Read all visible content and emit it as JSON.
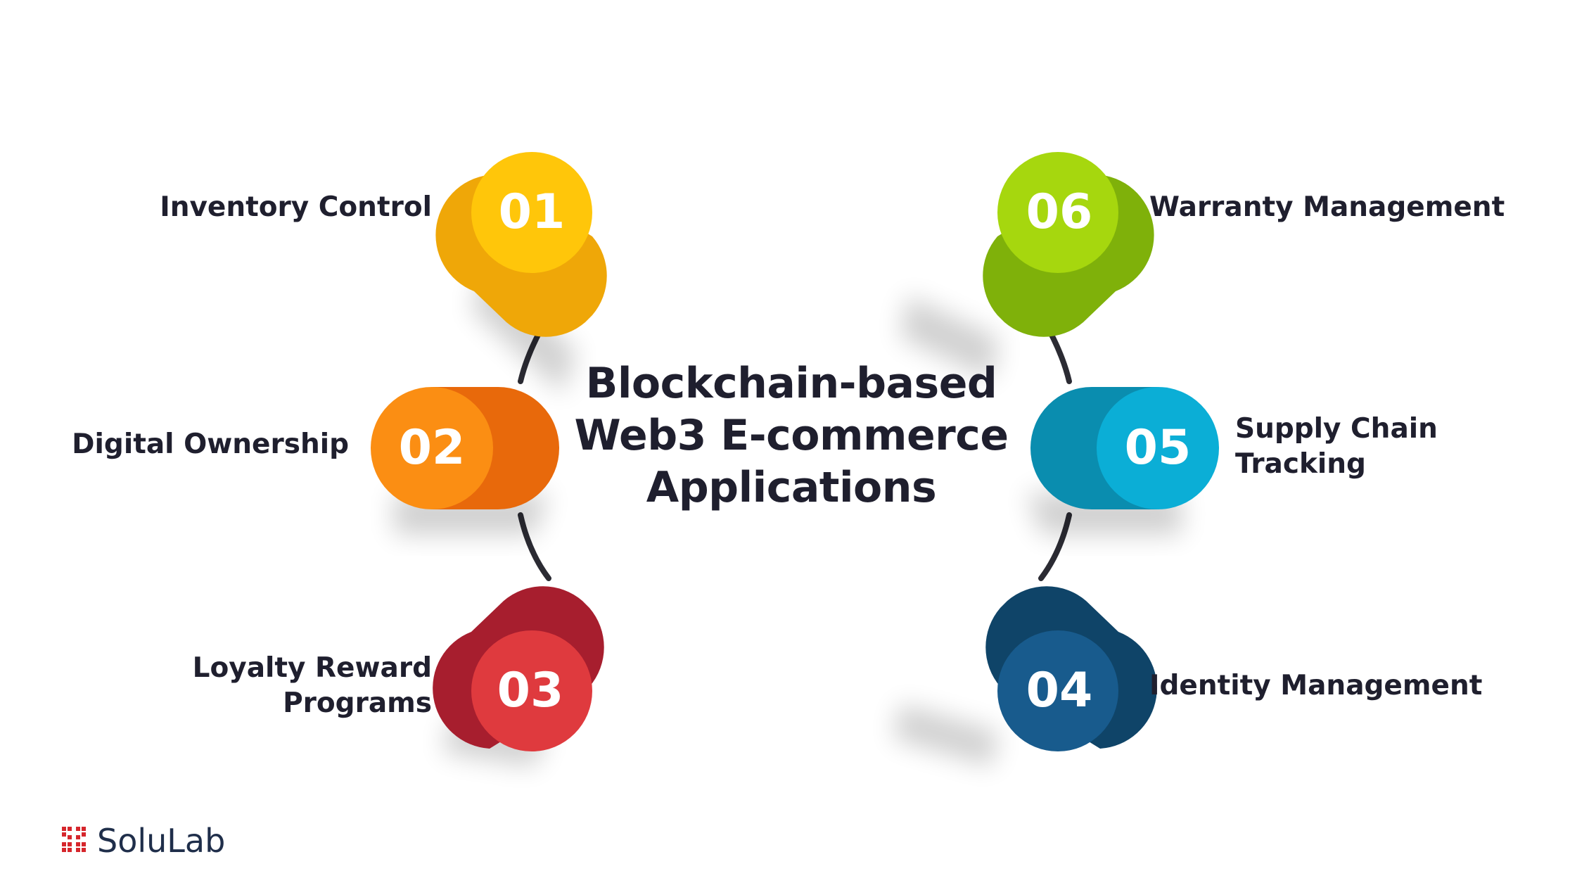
{
  "title": {
    "line1": "Blockchain-based",
    "line2": "Web3 E-commerce",
    "line3": "Applications"
  },
  "items": [
    {
      "number": "01",
      "label_lines": [
        "Inventory Control"
      ],
      "face_color": "#FFC60A",
      "body_color": "#EFA708"
    },
    {
      "number": "02",
      "label_lines": [
        "Digital Ownership"
      ],
      "face_color": "#FB8E13",
      "body_color": "#E8690B"
    },
    {
      "number": "03",
      "label_lines": [
        "Loyalty Reward",
        "Programs"
      ],
      "face_color": "#DF3A3E",
      "body_color": "#A71E2E"
    },
    {
      "number": "04",
      "label_lines": [
        "Identity Management"
      ],
      "face_color": "#185B8D",
      "body_color": "#0F4468"
    },
    {
      "number": "05",
      "label_lines": [
        "Supply Chain",
        "Tracking"
      ],
      "face_color": "#0BAED6",
      "body_color": "#0A8DAF"
    },
    {
      "number": "06",
      "label_lines": [
        "Warranty Management"
      ],
      "face_color": "#A6D70E",
      "body_color": "#7FB10A"
    }
  ],
  "brand": {
    "name": "SoluLab",
    "logo_color": "#D6262C",
    "icon": "solulab-logo-icon"
  }
}
